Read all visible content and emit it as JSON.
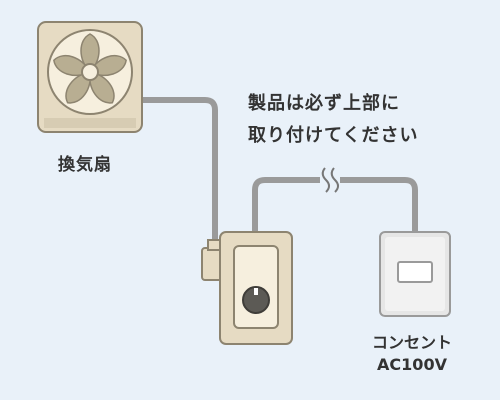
{
  "labels": {
    "fan": "換気扇",
    "note_line1": "製品は必ず上部に",
    "note_line2": "取り付けてください",
    "outlet_name": "コンセント",
    "outlet_voltage": "AC100V"
  },
  "colors": {
    "background": "#e9f1f9",
    "cable": "#9a9a9a",
    "device_body": "#e6dbc3",
    "device_outline": "#8d8470",
    "text": "#333333"
  }
}
